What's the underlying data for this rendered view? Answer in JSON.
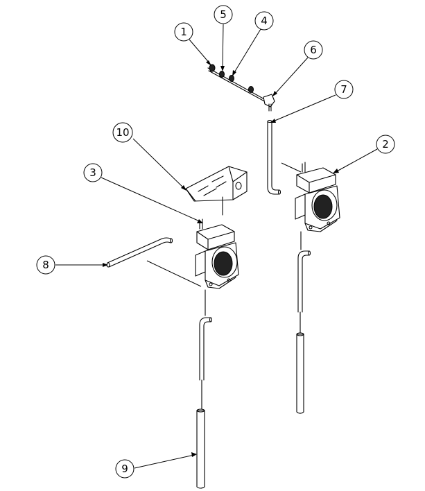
{
  "callouts": {
    "c1": {
      "label": "1"
    },
    "c2": {
      "label": "2"
    },
    "c3": {
      "label": "3"
    },
    "c4": {
      "label": "4"
    },
    "c5": {
      "label": "5"
    },
    "c6": {
      "label": "6"
    },
    "c7": {
      "label": "7"
    },
    "c8": {
      "label": "8"
    },
    "c9": {
      "label": "9"
    },
    "c10": {
      "label": "10"
    }
  }
}
